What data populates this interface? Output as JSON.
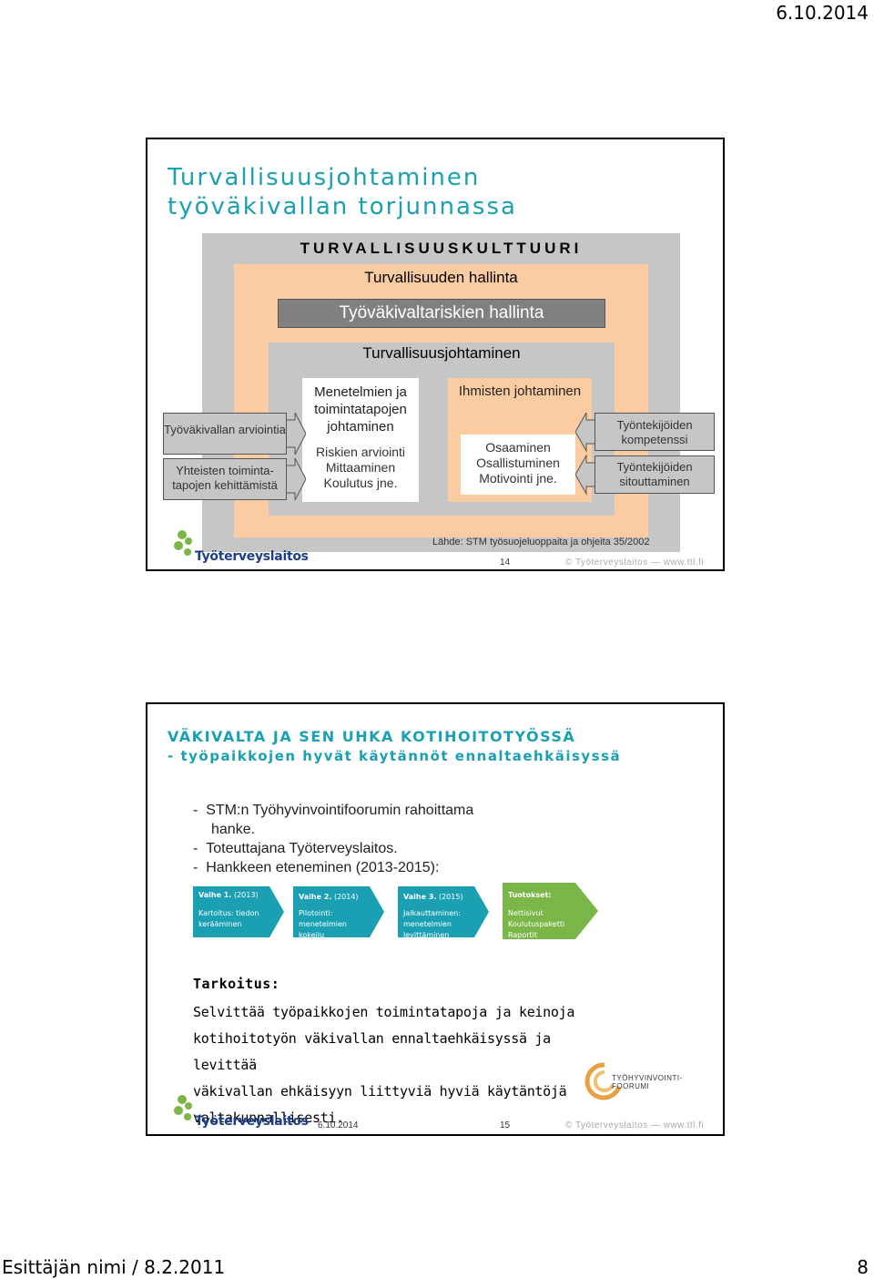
{
  "page": {
    "date": "6.10.2014",
    "footer_left": "Esittäjän nimi / 8.2.2011",
    "footer_right": "8"
  },
  "slide1": {
    "title_line1": "Turvallisuusjohtaminen",
    "title_line2": "työväkivallan torjunnassa",
    "layer_culture": "TURVALLISUUSKULTTUURI",
    "layer_safety_mgmt": "Turvallisuuden hallinta",
    "layer_violence_risk": "Työväkivaltariskien hallinta",
    "layer_leadership": "Turvallisuusjohtaminen",
    "box_methods": {
      "heading": [
        "Menetelmien ja",
        "toimintatapojen",
        "johtaminen"
      ],
      "items": [
        "Riskien arviointi",
        "Mittaaminen",
        "Koulutus jne."
      ]
    },
    "box_people": {
      "heading": "Ihmisten johtaminen",
      "items": [
        "Osaaminen",
        "Osallistuminen",
        "Motivointi jne."
      ]
    },
    "left_buttons": [
      "Työväkivallan arviointia",
      "Yhteisten toiminta-",
      "tapojen kehittämistä"
    ],
    "right_buttons": [
      "Työntekijöiden",
      "kompetenssi",
      "Työntekijöiden",
      "sitouttaminen"
    ],
    "source": "Lähde: STM työsuojeluoppaita ja ohjeita 35/2002",
    "slide_number": "14",
    "copyright": "© Työterveyslaitos  —  www.ttl.fi",
    "logo_text": "Työterveyslaitos"
  },
  "slide2": {
    "title": "VÄKIVALTA JA SEN UHKA KOTIHOITOTYÖSSÄ",
    "subtitle": "- työpaikkojen hyvät käytännöt ennaltaehkäisyssä",
    "bullets": [
      "STM:n Työhyvinvointifoorumin rahoittama",
      "hanke.",
      "Toteuttajana Työterveyslaitos.",
      "Hankkeen eteneminen (2013-2015):"
    ],
    "phases": [
      {
        "head": "Vaihe 1.",
        "year": "(2013)",
        "lines": [
          "Kartoitus: tiedon",
          "kerääminen"
        ]
      },
      {
        "head": "Vaihe 2.",
        "year": "(2014)",
        "lines": [
          "Pilotointi:",
          "menetelmien",
          "kokeilu"
        ]
      },
      {
        "head": "Vaihe 3.",
        "year": "(2015)",
        "lines": [
          "Jalkauttaminen:",
          "menetelmien",
          "levittäminen"
        ]
      },
      {
        "head": "Tuotokset:",
        "year": "",
        "lines": [
          "Nettisivut",
          "Koulutuspaketti",
          "Raportit"
        ]
      }
    ],
    "purpose_heading": "Tarkoitus:",
    "purpose_lines": [
      "Selvittää työpaikkojen toimintatapoja ja keinoja",
      "kotihoitotyön väkivallan ennaltaehkäisyssä ja levittää",
      "väkivallan ehkäisyyn liittyviä hyviä käytäntöjä",
      "valtakunnallisesti."
    ],
    "forum_logo": [
      "TYÖHYVINVOINTI-",
      "FOORUMI"
    ],
    "date": "6.10.2014",
    "slide_number": "15",
    "copyright": "© Työterveyslaitos  —  www.ttl.fi",
    "logo_text": "Työterveyslaitos"
  },
  "colors": {
    "teal": "#1aa0b2",
    "peach": "#fbcba1",
    "grey": "#c6c6c6",
    "arrow_blue": "#1aa0b2",
    "arrow_green": "#7ab648",
    "logo_green": "#7ab648",
    "logo_blue": "#1d3f8a"
  }
}
